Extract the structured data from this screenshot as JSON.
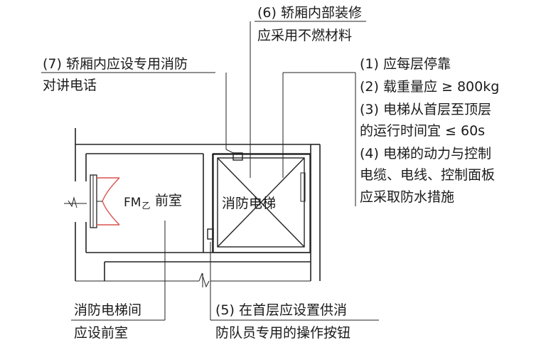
{
  "labels": {
    "item6_line1": "(6) 轿厢内部装修",
    "item6_line2": "应采用不燃材料",
    "item7_line1": "(7) 轿厢内应设专用消防",
    "item7_line2": "对讲电话",
    "req1": "(1) 应每层停靠",
    "req2": "(2) 载重量应 ≥ 800kg",
    "req3_line1": "(3) 电梯从首层至顶层",
    "req3_line2": "的运行时间宜 ≤ 60s",
    "req4_line1": "(4) 电梯的动力与控制",
    "req4_line2": "电缆、电线、控制面板",
    "req4_line3": "应采取防水措施",
    "room_lobby": "前室",
    "door_code_main": "FM",
    "door_code_sub": "乙",
    "room_elevator": "消防电梯",
    "lobby_note_line1": "消防电梯间",
    "lobby_note_line2": "应设前室",
    "item5_line1": "(5) 在首层应设置供消",
    "item5_line2": "防队员专用的操作按钮"
  }
}
